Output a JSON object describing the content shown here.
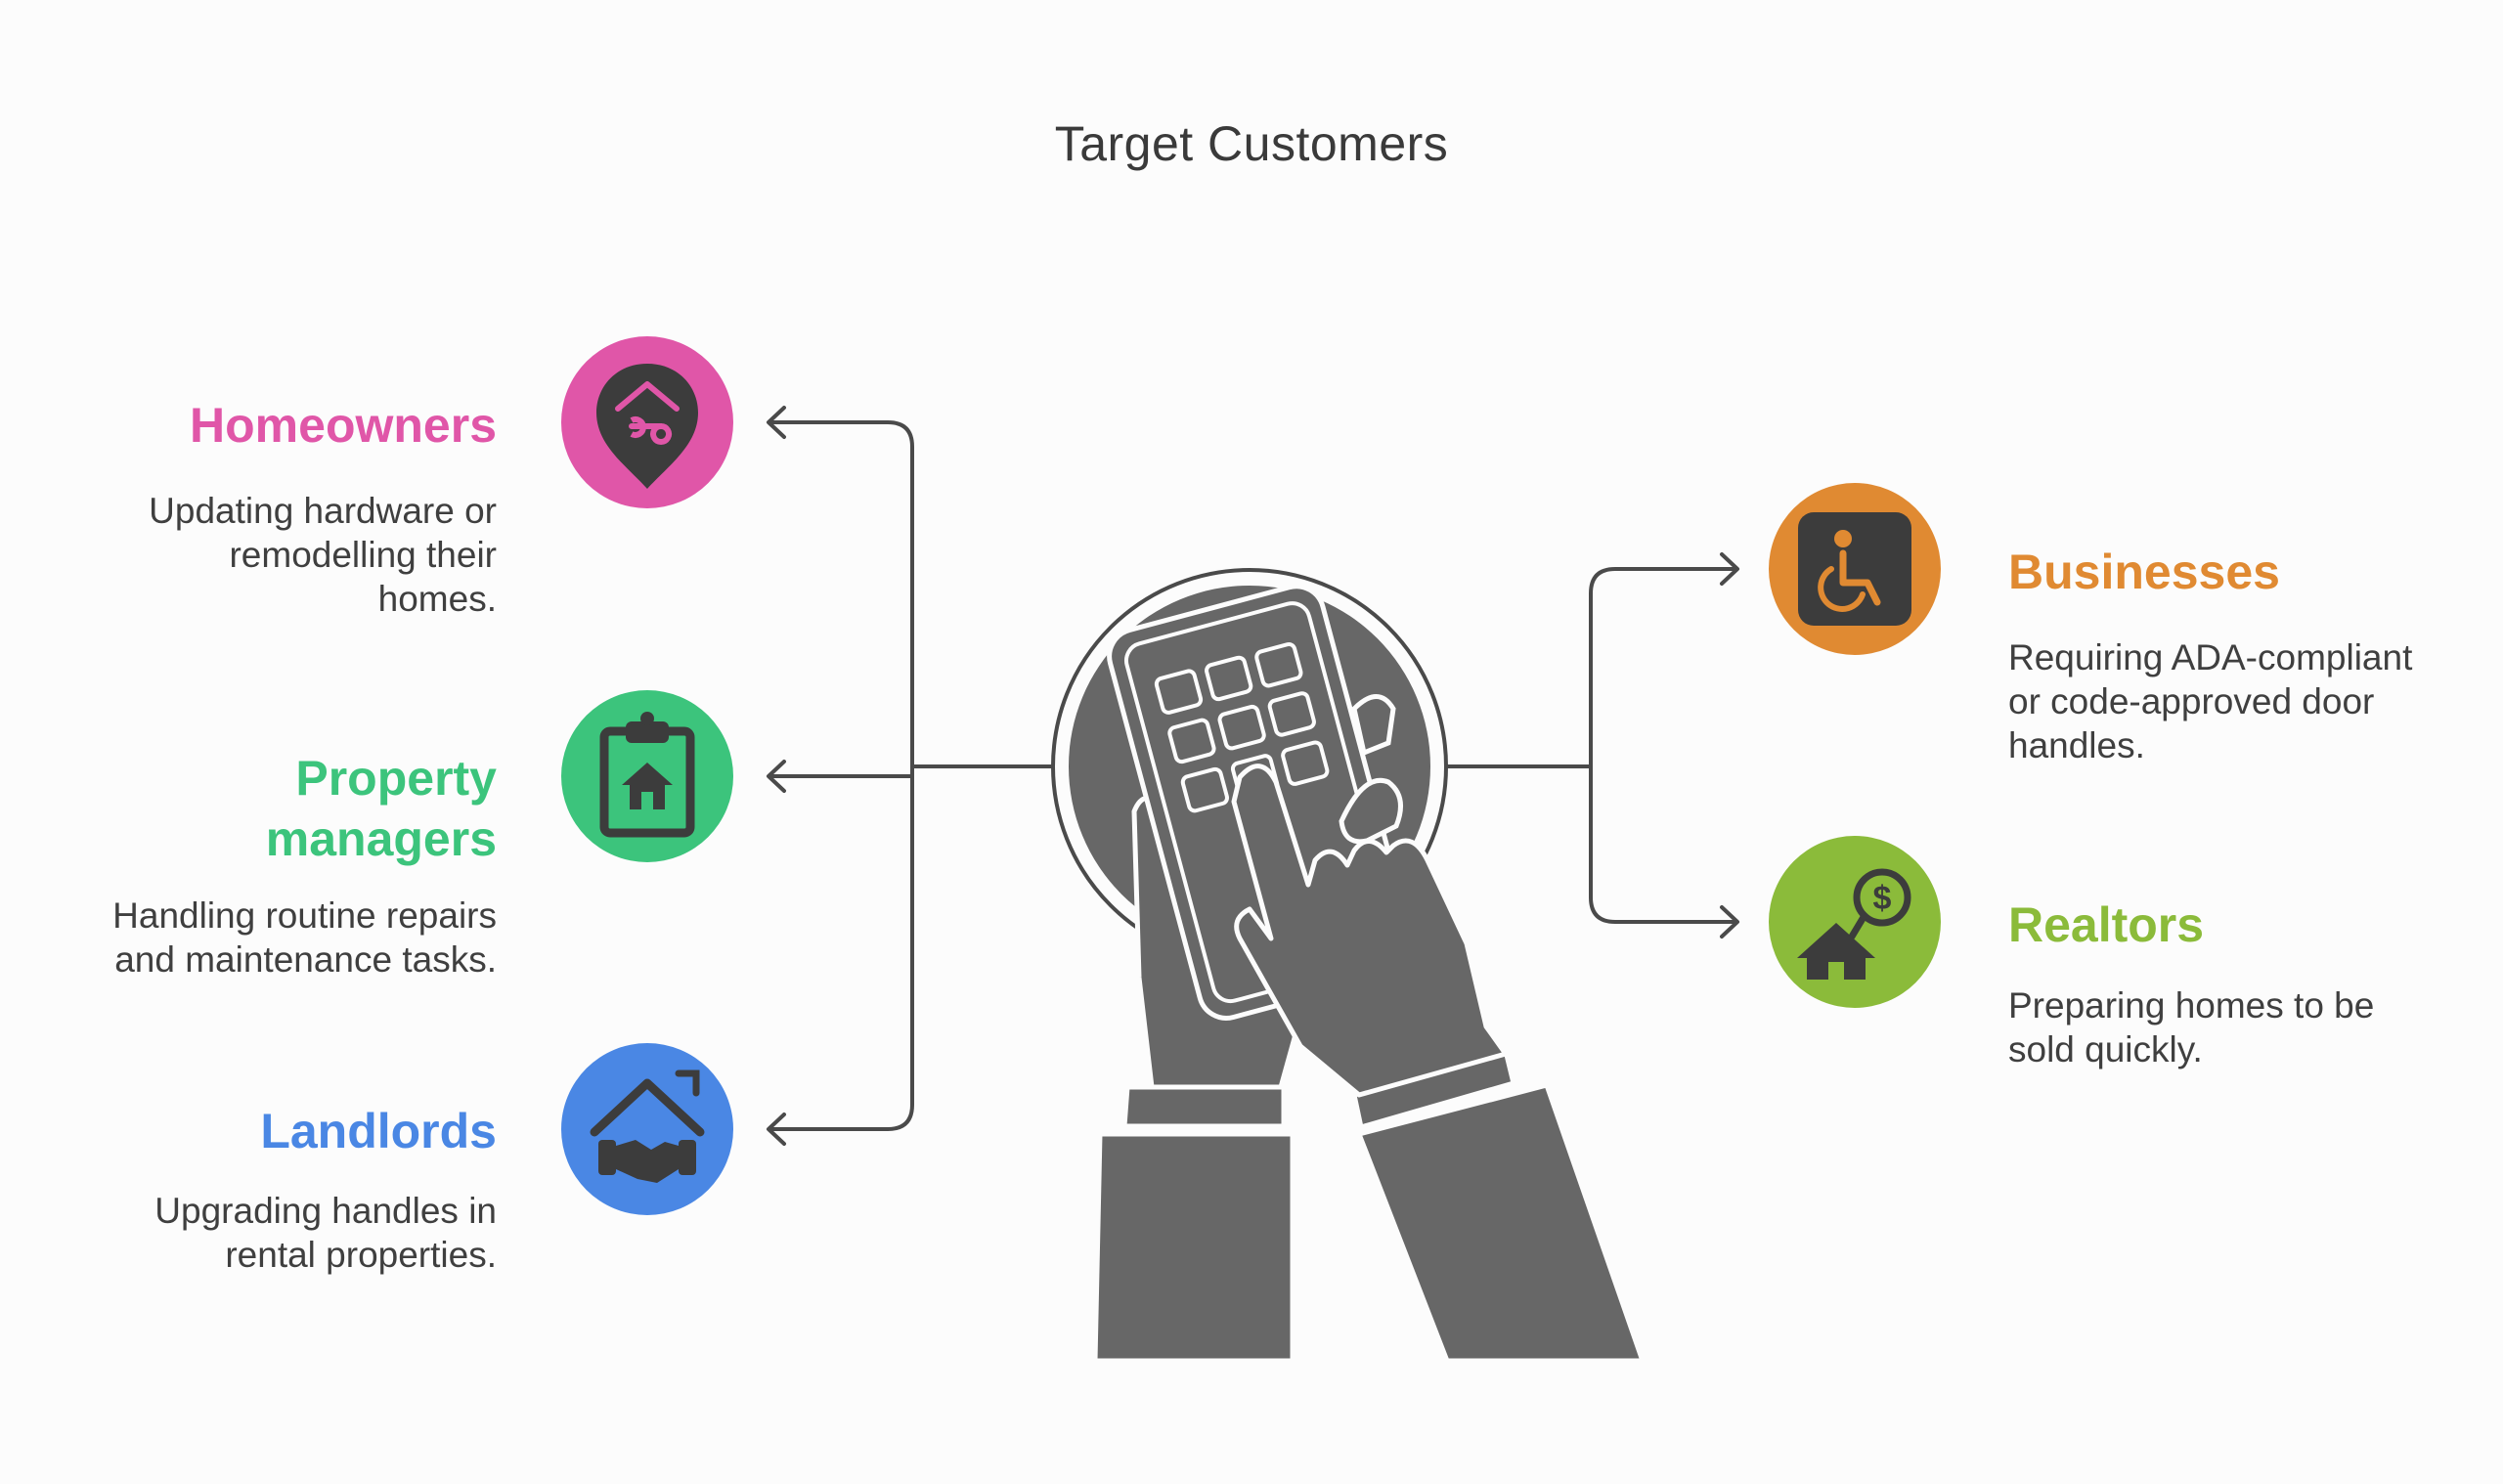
{
  "title": "Target Customers",
  "center_icon": "hand-holding-keypad-icon",
  "items": [
    {
      "title": "Homeowners",
      "description": "Updating hardware or remodelling their homes.",
      "color": "#e056a8",
      "icon": "house-location-pin-wrench-icon"
    },
    {
      "title": "Property managers",
      "description": "Handling routine repairs and maintenance tasks.",
      "color": "#3cc47c",
      "icon": "clipboard-house-icon"
    },
    {
      "title": "Landlords",
      "description": "Upgrading handles in rental properties.",
      "color": "#4a87e4",
      "icon": "house-handshake-icon"
    },
    {
      "title": "Businesses",
      "description": "Requiring ADA-compliant or code-approved door handles.",
      "color": "#e08a32",
      "icon": "wheelchair-accessibility-icon"
    },
    {
      "title": "Realtors",
      "description": "Preparing homes to be sold quickly.",
      "color": "#8bbb3a",
      "icon": "house-dollar-sign-icon"
    }
  ]
}
